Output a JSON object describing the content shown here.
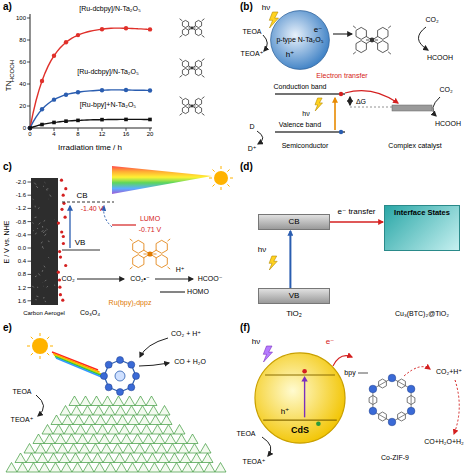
{
  "diagram": {
    "nodes": [
      {
        "text": [
          "p-type N-Ta₂O₅"
        ]
      },
      {
        "text": [
          "CB"
        ]
      },
      {
        "text": [
          "VB"
        ]
      },
      {
        "text": [
          "Interface States"
        ]
      },
      {
        "text": [
          "CdS"
        ]
      }
    ],
    "edges": [
      {
        "from": 2,
        "to": 1,
        "arrow": "to"
      },
      {
        "from": 1,
        "to": 3,
        "label": "e⁻ transfer",
        "arrow": "to"
      }
    ],
    "labels": [
      "a)",
      "TN",
      "HCOOH",
      "0",
      "4",
      "8",
      "12",
      "16",
      "20",
      "0",
      "20",
      "40",
      "60",
      "80",
      "100",
      "Irradiation time / h",
      "[Ru-dcbpy]/N-Ta₂O₅",
      "[Ru-dcbpy]/N-Ta₂O₅",
      "[Ru-bpy]+N-Ta₂O₅",
      "(b)",
      "hν",
      "TEOA",
      "TEOA⁺",
      "h⁺",
      "e⁻",
      "CO₂",
      "HCOOH",
      "Electron transfer",
      "Conduction band",
      "ΔG",
      "Valence band",
      "Semiconductor",
      "Complex catalyst",
      "D",
      "D⁺",
      "CO₂",
      "HCOOH",
      "hν",
      "c)",
      "E / V vs. NHE",
      "-2.0",
      "-1.6",
      "-1.2",
      "-0.8",
      "-0.4",
      "0.0",
      "0.4",
      "0.8",
      "1.2",
      "1.6",
      "CB",
      "-1.40 V",
      "LUMO",
      "-0.71 V",
      "VB",
      "CO₂",
      "CO₂•⁻",
      "H⁺",
      "HCOO⁻",
      "HOMO",
      "Ru(bpy)₂dppz",
      "Carbon Aerogel",
      "Co₃O₄",
      "(d)",
      "hν",
      "TiO₂",
      "Cu₃(BTC)₂@TiO₂",
      "e)",
      "CO₂ + H⁺",
      "CO + H₂O",
      "TEOA",
      "TEOA⁺",
      "(f)",
      "hν",
      "e⁻",
      "bpy",
      "CO₂+H⁺",
      "CO+H₂O+H₂",
      "TEOA",
      "TEOA⁺",
      "h⁺",
      "Co-ZIF-9"
    ]
  }
}
